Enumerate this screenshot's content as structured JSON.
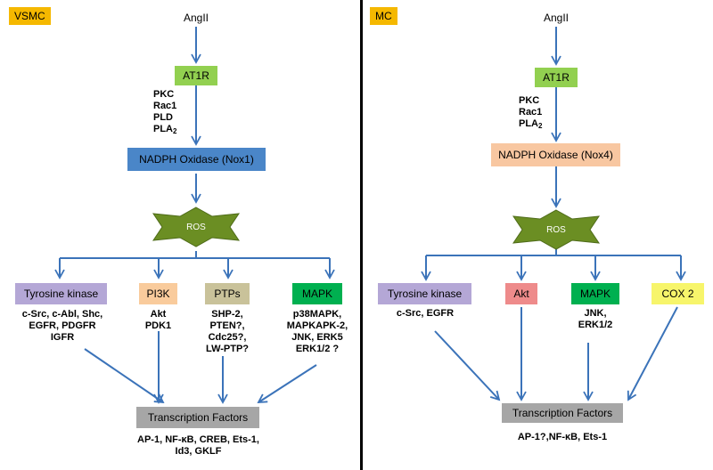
{
  "left_panel": {
    "label": "VSMC",
    "stimulus": "AngII",
    "receptor": "AT1R",
    "mediators": [
      "PKC",
      "Rac1",
      "PLD"
    ],
    "mediator_pla": "PLA",
    "mediator_pla_sub": "2",
    "oxidase": "NADPH Oxidase (Nox1)",
    "ros": "ROS",
    "pathways": [
      {
        "label": "Tyrosine kinase",
        "color": "#b4a7d6",
        "items": [
          "c-Src, c-Abl, Shc,",
          "EGFR, PDGFR",
          "IGFR"
        ]
      },
      {
        "label": "PI3K",
        "color": "#f9cb9c",
        "items": [
          "Akt",
          "PDK1"
        ]
      },
      {
        "label": "PTPs",
        "color": "#c9c29a",
        "items": [
          "SHP-2,",
          "PTEN?,",
          "Cdc25?,",
          "LW-PTP?"
        ]
      },
      {
        "label": "MAPK",
        "color": "#00b050",
        "items": [
          "p38MAPK,",
          "MAPKAPK-2,",
          "JNK, ERK5",
          "ERK1/2 ?"
        ]
      }
    ],
    "transcription": "Transcription Factors",
    "tf_items": [
      "AP-1, NF-κB, CREB, Ets-1,",
      "Id3, GKLF"
    ]
  },
  "right_panel": {
    "label": "MC",
    "stimulus": "AngII",
    "receptor": "AT1R",
    "mediators": [
      "PKC",
      "Rac1"
    ],
    "mediator_pla": "PLA",
    "mediator_pla_sub": "2",
    "oxidase": "NADPH Oxidase (Nox4)",
    "ros": "ROS",
    "pathways": [
      {
        "label": "Tyrosine kinase",
        "color": "#b4a7d6",
        "items": [
          "c-Src, EGFR"
        ]
      },
      {
        "label": "Akt",
        "color": "#ee8b8b",
        "items": []
      },
      {
        "label": "MAPK",
        "color": "#00b050",
        "items": [
          "JNK,",
          "ERK1/2"
        ]
      },
      {
        "label": "COX 2",
        "color": "#f7f56b",
        "items": []
      }
    ],
    "transcription": "Transcription Factors",
    "tf_items": [
      "AP-1?,NF-κB, Ets-1"
    ]
  },
  "colors": {
    "panel_label_bg": "#f5b800",
    "receptor": "#92d050",
    "oxidase_left": "#4a86c8",
    "oxidase_right": "#f8c7a1",
    "ros": "#6b8e23",
    "transcription": "#a6a6a6",
    "arrow": "#3b73b9"
  }
}
